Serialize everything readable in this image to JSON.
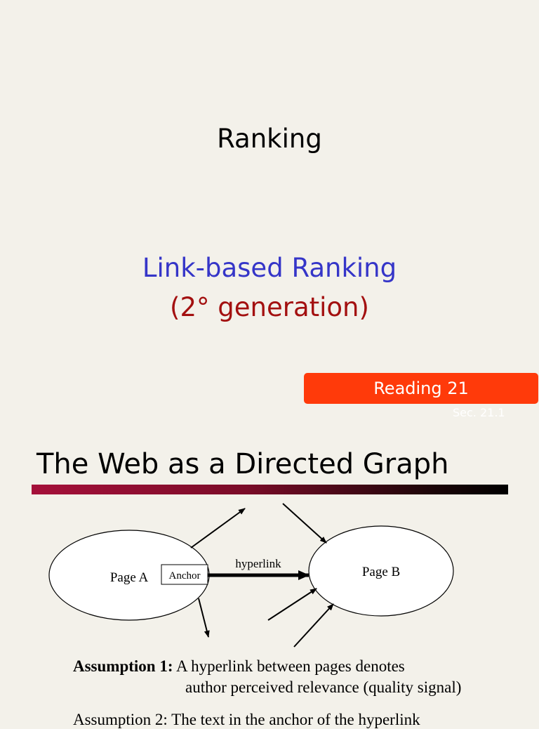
{
  "slide1": {
    "title": "Ranking",
    "subtitle_line1": "Link-based Ranking",
    "subtitle_line2": "(2° generation)",
    "reading_badge": "Reading 21"
  },
  "slide2": {
    "section_label": "Sec. 21.1",
    "title": "The Web as a Directed Graph",
    "diagram": {
      "node_a_label": "Page A",
      "anchor_label": "Anchor",
      "edge_label": "hyperlink",
      "node_b_label": "Page B"
    },
    "assumption1_heading": "Assumption 1:",
    "assumption1_text_line1": "A hyperlink between pages denotes",
    "assumption1_text_line2": "author perceived relevance (quality signal)",
    "assumption2_partial": "Assumption 2: The text in the anchor of the hyperlink"
  },
  "colors": {
    "background": "#f3f1ea",
    "subtitle_blue": "#3535c8",
    "subtitle_red": "#a31010",
    "badge": "#ff3a0a"
  }
}
